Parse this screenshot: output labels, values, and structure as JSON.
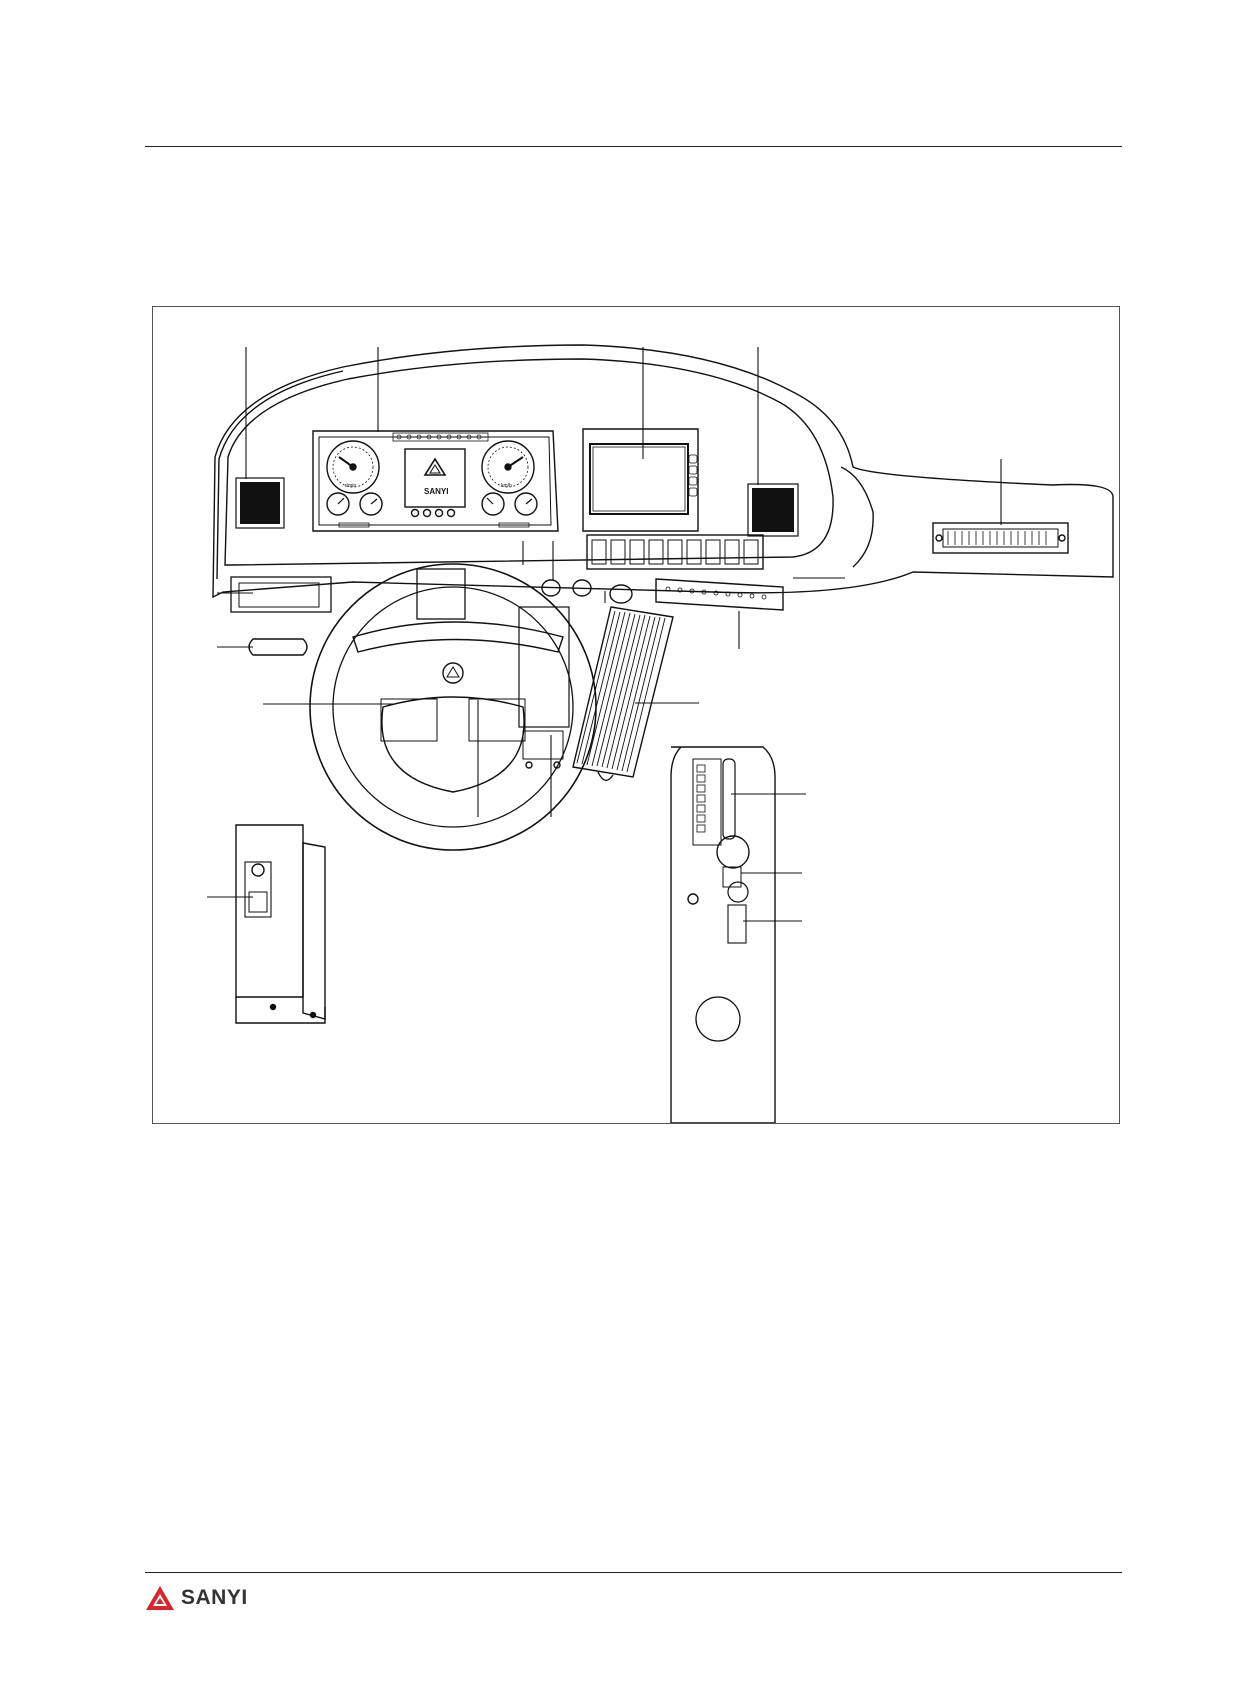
{
  "header": {},
  "figure": {
    "cluster_brand": "SANYI",
    "gauge_left_unit": "r/min",
    "gauge_right_unit": "km/h"
  },
  "footer": {
    "brand": "SANYI",
    "logo_color": "#d7262b"
  }
}
